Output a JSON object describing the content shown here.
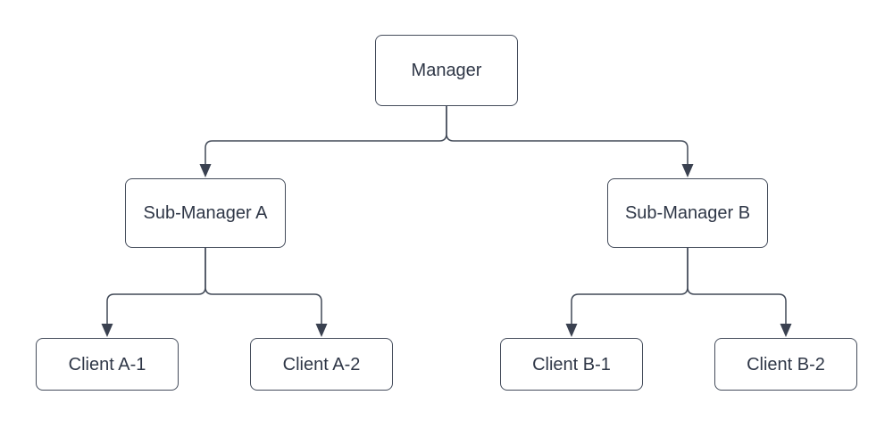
{
  "diagram": {
    "type": "org-chart-tree",
    "colors": {
      "line": "#414957",
      "arrow_fill": "#3a4150",
      "node_border": "#444c5b",
      "node_fill": "#ffffff",
      "text": "#2f3747",
      "background": "#ffffff"
    },
    "nodes": {
      "manager": {
        "label": "Manager"
      },
      "sub_a": {
        "label": "Sub-Manager A"
      },
      "sub_b": {
        "label": "Sub-Manager B"
      },
      "client_a1": {
        "label": "Client A-1"
      },
      "client_a2": {
        "label": "Client A-2"
      },
      "client_b1": {
        "label": "Client B-1"
      },
      "client_b2": {
        "label": "Client B-2"
      }
    },
    "edges": [
      {
        "from": "Manager",
        "to": "Sub-Manager A",
        "arrow": "filled-triangle"
      },
      {
        "from": "Manager",
        "to": "Sub-Manager B",
        "arrow": "filled-triangle"
      },
      {
        "from": "Sub-Manager A",
        "to": "Client A-1",
        "arrow": "filled-triangle"
      },
      {
        "from": "Sub-Manager A",
        "to": "Client A-2",
        "arrow": "filled-triangle"
      },
      {
        "from": "Sub-Manager B",
        "to": "Client B-1",
        "arrow": "filled-triangle"
      },
      {
        "from": "Sub-Manager B",
        "to": "Client B-2",
        "arrow": "filled-triangle"
      }
    ]
  }
}
